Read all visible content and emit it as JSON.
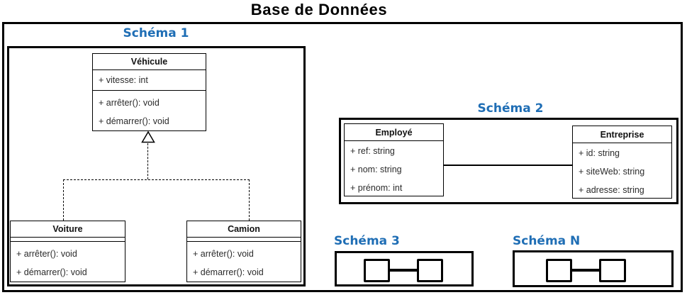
{
  "title": "Base de Données",
  "colors": {
    "schema_label_blue": "#1f6eb5",
    "diagram_line": "#000000",
    "background": "#ffffff"
  },
  "schema1": {
    "label": "Schéma 1",
    "classes": {
      "vehicule": {
        "name": "Véhicule",
        "attributes": [
          "+ vitesse: int"
        ],
        "methods": [
          "+ arrêter(): void",
          "+ démarrer(): void"
        ]
      },
      "voiture": {
        "name": "Voiture",
        "attributes": [],
        "methods": [
          "+ arrêter(): void",
          "+ démarrer(): void"
        ]
      },
      "camion": {
        "name": "Camion",
        "attributes": [],
        "methods": [
          "+ arrêter(): void",
          "+ démarrer(): void"
        ]
      }
    },
    "relations": [
      {
        "type": "generalization-dashed",
        "from": "Voiture",
        "to": "Véhicule"
      },
      {
        "type": "generalization-dashed",
        "from": "Camion",
        "to": "Véhicule"
      }
    ]
  },
  "schema2": {
    "label": "Schéma 2",
    "classes": {
      "employe": {
        "name": "Employé",
        "attributes": [
          "+ ref: string",
          "+ nom: string",
          "+ prénom: int"
        ]
      },
      "entreprise": {
        "name": "Entreprise",
        "attributes": [
          "+ id: string",
          "+ siteWeb: string",
          "+ adresse: string"
        ]
      }
    },
    "relations": [
      {
        "type": "association",
        "from": "Employé",
        "to": "Entreprise"
      }
    ]
  },
  "schema3": {
    "label": "Schéma 3"
  },
  "schemaN": {
    "label": "Schéma N"
  }
}
